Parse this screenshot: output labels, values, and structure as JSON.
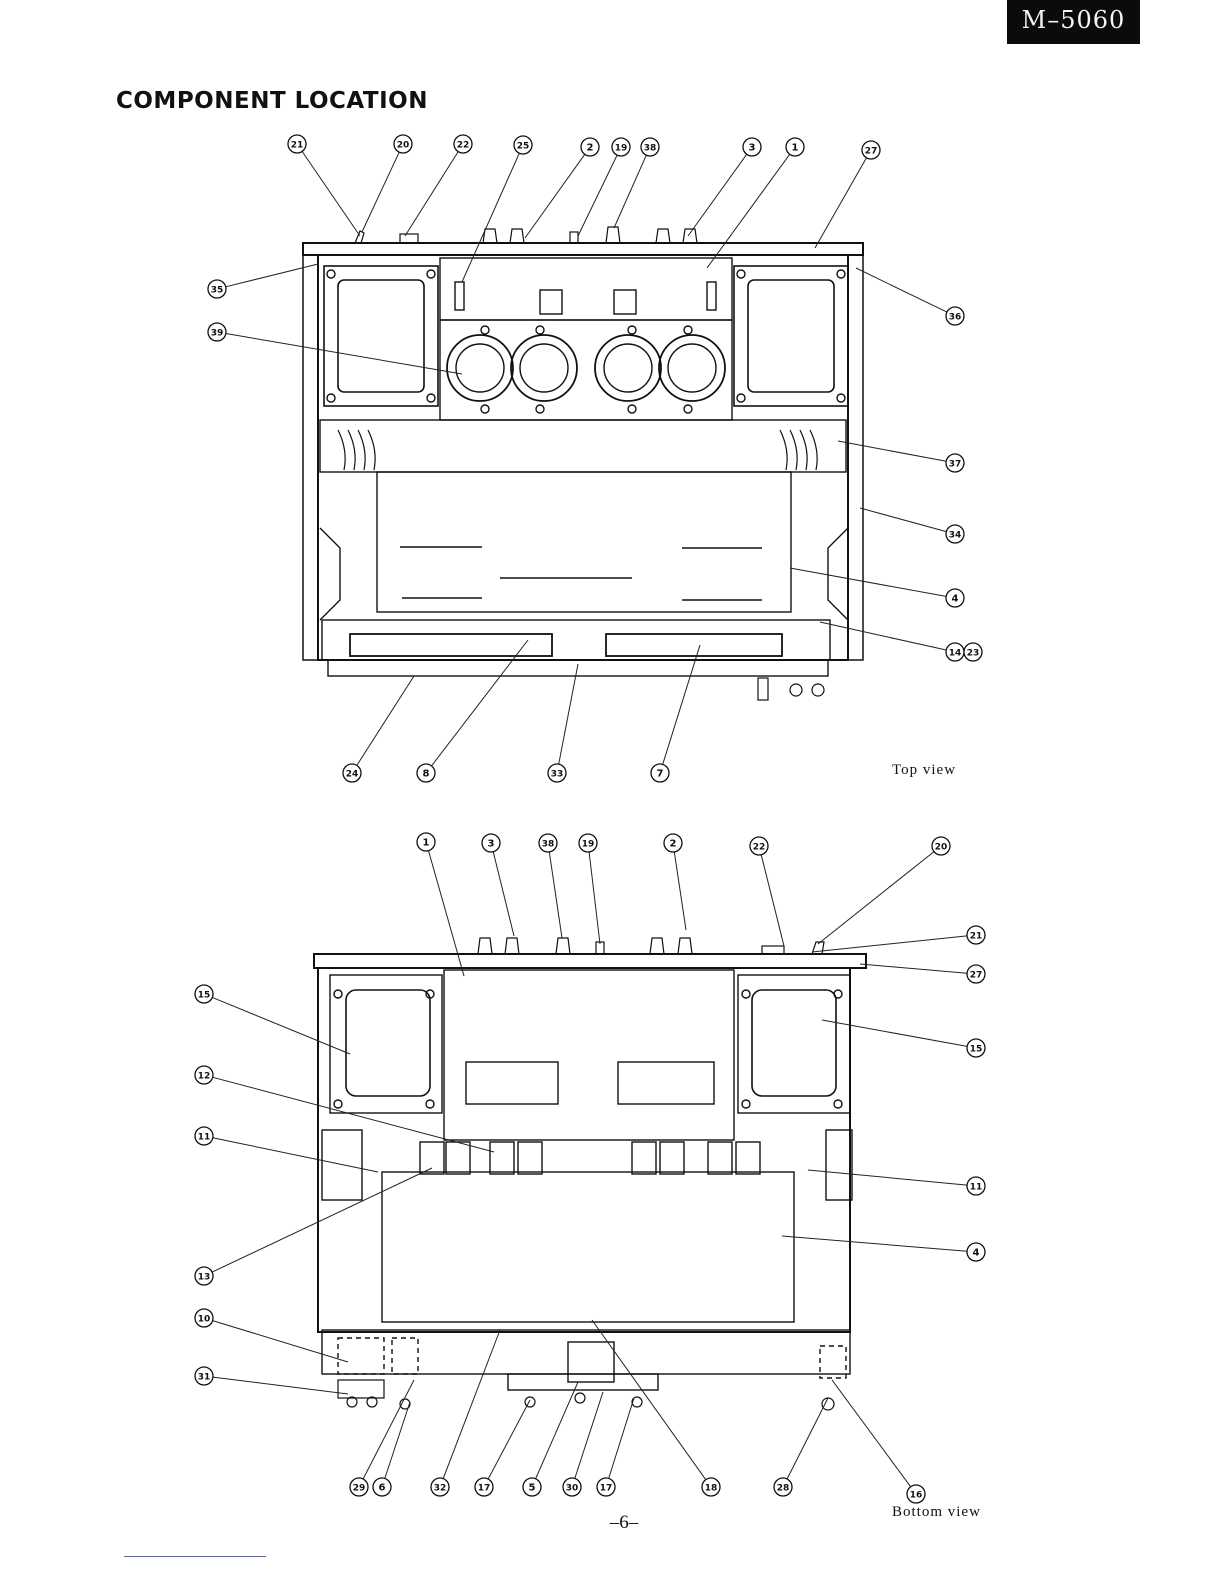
{
  "header": {
    "model": "M–5060",
    "title": "COMPONENT LOCATION"
  },
  "top_view": {
    "label": "Top view",
    "callouts": [
      "21",
      "20",
      "22",
      "25",
      "2",
      "19",
      "38",
      "3",
      "1",
      "27",
      "35",
      "36",
      "39",
      "37",
      "34",
      "4",
      "14",
      "23",
      "24",
      "8",
      "33",
      "7"
    ]
  },
  "bottom_view": {
    "label": "Bottom view",
    "callouts": [
      "1",
      "3",
      "38",
      "19",
      "2",
      "22",
      "20",
      "21",
      "27",
      "15",
      "15",
      "12",
      "11",
      "11",
      "13",
      "4",
      "10",
      "31",
      "29",
      "6",
      "32",
      "17",
      "5",
      "30",
      "17",
      "18",
      "28",
      "16"
    ]
  },
  "footer": {
    "page": "–6–"
  }
}
